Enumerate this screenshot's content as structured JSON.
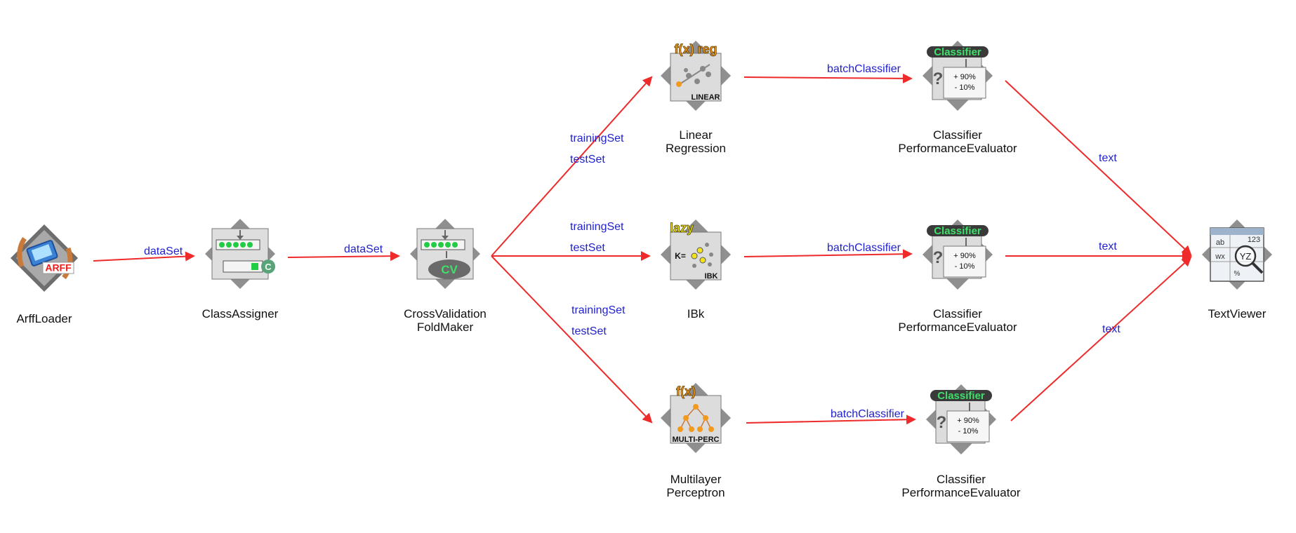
{
  "nodes": {
    "arff": {
      "line1": "ArffLoader",
      "badge": "ARFF"
    },
    "classassigner": {
      "line1": "ClassAssigner",
      "badge": "C"
    },
    "cv": {
      "line1": "CrossValidation",
      "line2": "FoldMaker",
      "badge": "CV"
    },
    "linreg": {
      "line1": "Linear",
      "line2": "Regression",
      "top": "f(x) reg",
      "bottom": "LINEAR"
    },
    "ibk": {
      "line1": "IBk",
      "top": "lazy",
      "bottom": "IBK",
      "k": "K="
    },
    "mlp": {
      "line1": "Multilayer",
      "line2": "Perceptron",
      "top": "f(x)",
      "bottom": "MULTI-PERC"
    },
    "cpe1": {
      "line1": "Classifier",
      "line2": "PerformanceEvaluator",
      "top": "Classifier",
      "plus": "+ 90%",
      "minus": "-  10%"
    },
    "cpe2": {
      "line1": "Classifier",
      "line2": "PerformanceEvaluator",
      "top": "Classifier",
      "plus": "+ 90%",
      "minus": "-  10%"
    },
    "cpe3": {
      "line1": "Classifier",
      "line2": "PerformanceEvaluator",
      "top": "Classifier",
      "plus": "+ 90%",
      "minus": "-  10%"
    },
    "textviewer": {
      "line1": "TextViewer",
      "t1": "ab",
      "t2": "123",
      "t3": "wx",
      "t4": "YZ",
      "t5": "%"
    }
  },
  "edges": {
    "e1": "dataSet",
    "e2": "dataSet",
    "e3a": "trainingSet",
    "e3b": "testSet",
    "e4a": "trainingSet",
    "e4b": "testSet",
    "e5a": "trainingSet",
    "e5b": "testSet",
    "e6": "batchClassifier",
    "e7": "batchClassifier",
    "e8": "batchClassifier",
    "e9": "text",
    "e10": "text",
    "e11": "text"
  },
  "colors": {
    "edge": "#ee2a2a",
    "edge_label": "#2222cc",
    "node_label": "#111111"
  }
}
